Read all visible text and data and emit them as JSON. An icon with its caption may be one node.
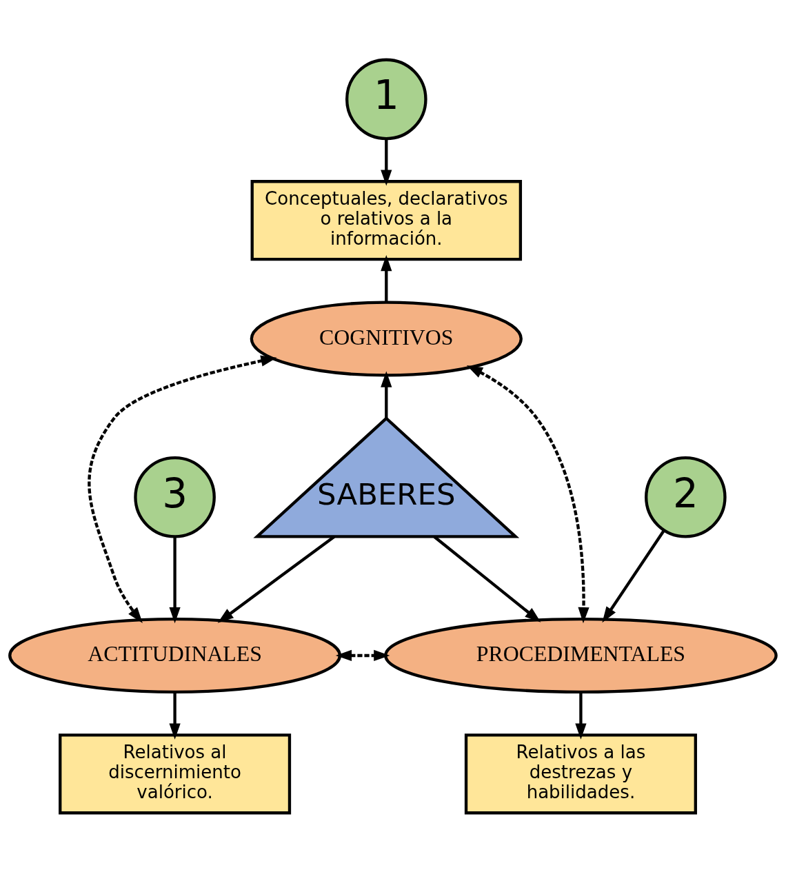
{
  "diagram": {
    "nodes": [
      {
        "text": [
          "1"
        ]
      },
      {
        "text": [
          "Conceptuales, declarativos o relativos a la información."
        ]
      },
      {
        "text": [
          "COGNITIVOS"
        ]
      },
      {
        "text": [
          "SABERES"
        ]
      },
      {
        "text": [
          "3"
        ]
      },
      {
        "text": [
          "ACTITUDINALES"
        ]
      },
      {
        "text": [
          "2"
        ]
      },
      {
        "text": [
          "PROCEDIMENTALES"
        ]
      },
      {
        "text": [
          "Relativos al discernimiento valórico."
        ]
      },
      {
        "text": [
          "Relativos a las destrezas y habilidades."
        ]
      }
    ],
    "edges": [
      {
        "from": 0,
        "to": 1,
        "arrow": "to"
      },
      {
        "from": 2,
        "to": 1,
        "arrow": "to"
      },
      {
        "from": 3,
        "to": 2,
        "arrow": "to"
      },
      {
        "from": 5,
        "to": 2,
        "arrow": "both",
        "style": "dashed"
      },
      {
        "from": 7,
        "to": 2,
        "arrow": "both",
        "style": "dashed"
      },
      {
        "from": 3,
        "to": 5,
        "arrow": "to"
      },
      {
        "from": 3,
        "to": 7,
        "arrow": "to"
      },
      {
        "from": 4,
        "to": 5,
        "arrow": "to"
      },
      {
        "from": 6,
        "to": 7,
        "arrow": "to"
      },
      {
        "from": 5,
        "to": 7,
        "arrow": "both",
        "style": "dashed"
      },
      {
        "from": 5,
        "to": 8,
        "arrow": "to"
      },
      {
        "from": 7,
        "to": 9,
        "arrow": "to"
      }
    ]
  }
}
